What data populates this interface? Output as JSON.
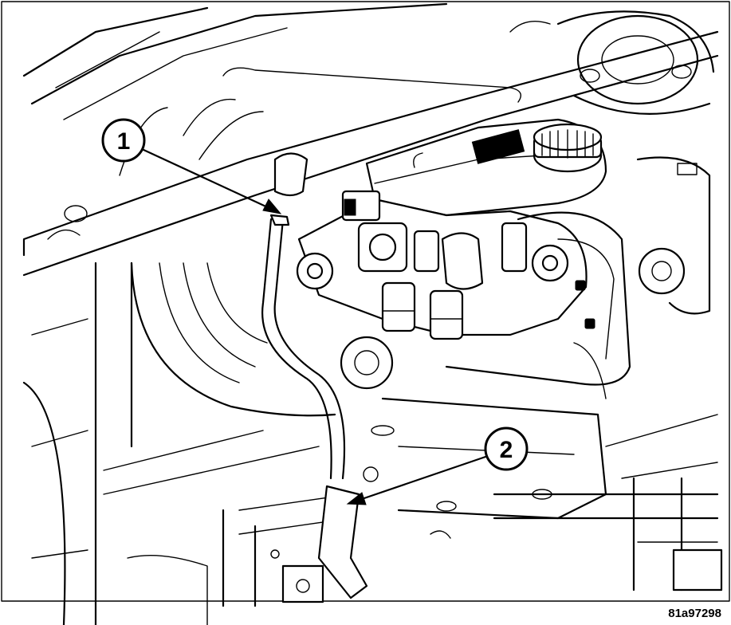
{
  "callouts": [
    {
      "number": "1"
    },
    {
      "number": "2"
    }
  ],
  "figure_id": "81a97298"
}
